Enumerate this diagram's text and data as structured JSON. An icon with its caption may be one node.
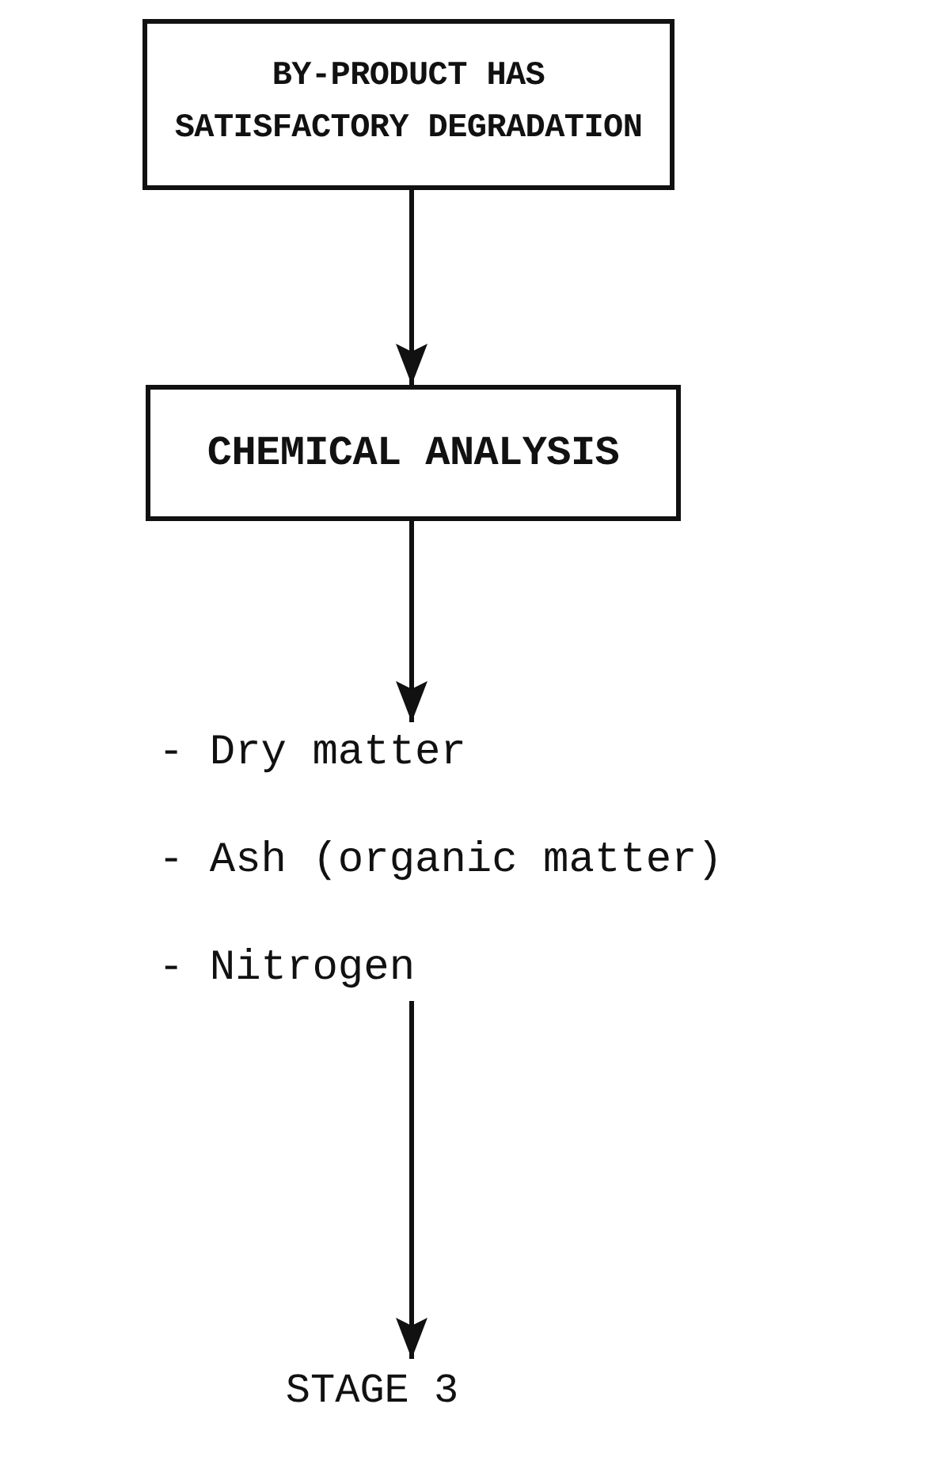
{
  "diagram": {
    "nodes": [
      {
        "text": [
          "BY-PRODUCT HAS SATISFACTORY DEGRADATION"
        ]
      },
      {
        "text": [
          "CHEMICAL ANALYSIS"
        ]
      },
      {
        "text": [
          "- Dry matter",
          "- Ash (organic matter)",
          "- Nitrogen"
        ]
      },
      {
        "text": [
          "STAGE 3"
        ]
      }
    ],
    "edges": [
      {
        "from": 0,
        "to": 1,
        "arrow": "to"
      },
      {
        "from": 1,
        "to": 2,
        "arrow": "to"
      },
      {
        "from": 2,
        "to": 3,
        "arrow": "to"
      }
    ]
  }
}
